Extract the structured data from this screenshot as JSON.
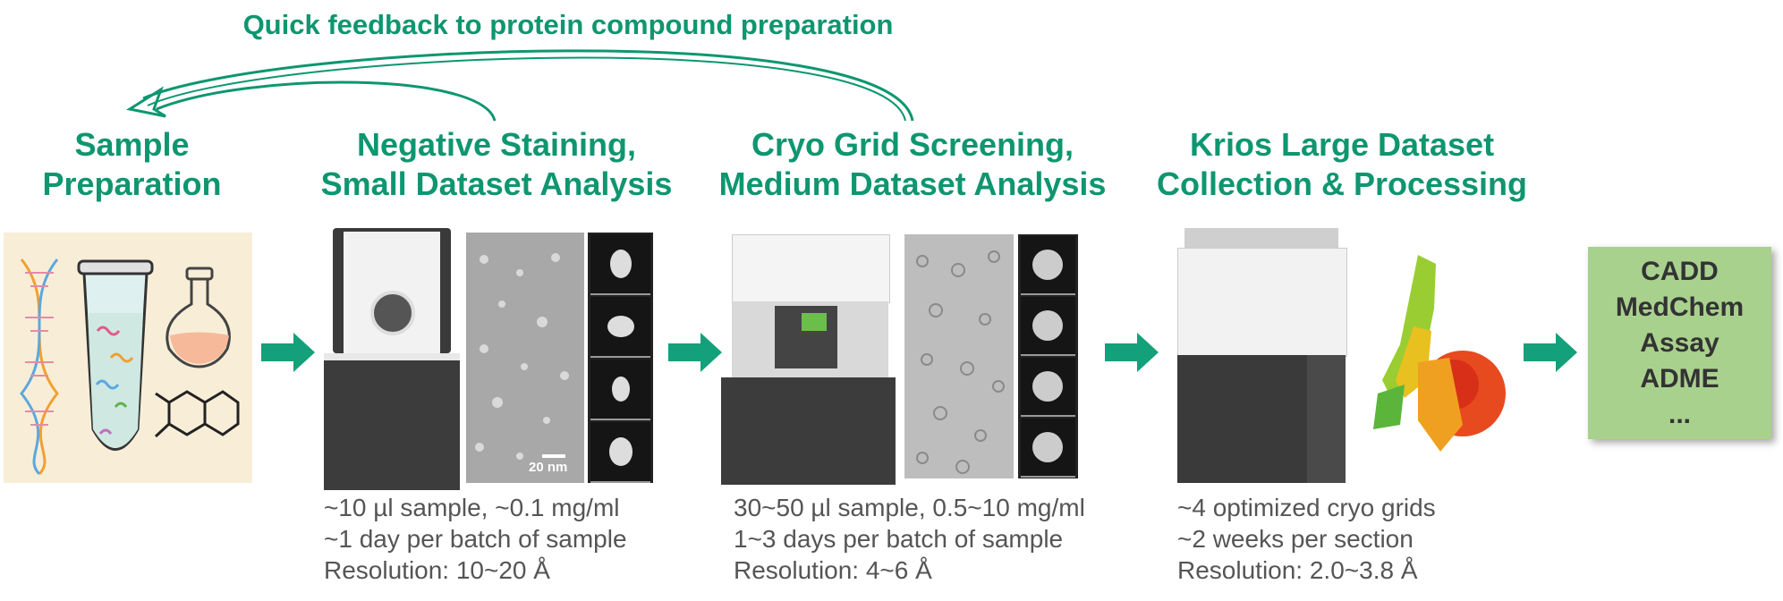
{
  "feedback_label": "Quick feedback to protein compound preparation",
  "stages": [
    {
      "title_line1": "Sample",
      "title_line2": "Preparation"
    },
    {
      "title_line1": "Negative Staining,",
      "title_line2": "Small Dataset Analysis",
      "desc": [
        "~10 µl sample, ~0.1 mg/ml",
        "~1 day per batch of sample",
        "Resolution: 10~20 Å"
      ],
      "scale_bar": "20 nm"
    },
    {
      "title_line1": "Cryo Grid Screening,",
      "title_line2": "Medium Dataset Analysis",
      "desc": [
        "30~50 µl sample, 0.5~10 mg/ml",
        "1~3 days per batch of sample",
        "Resolution: 4~6 Å"
      ]
    },
    {
      "title_line1": "Krios Large Dataset",
      "title_line2": "Collection & Processing",
      "desc": [
        "~4 optimized cryo grids",
        "~2 weeks per section",
        "Resolution: 2.0~3.8 Å"
      ]
    }
  ],
  "downstream": [
    "CADD",
    "MedChem",
    "Assay",
    "ADME",
    "..."
  ],
  "colors": {
    "accent": "#0e9670",
    "arrow": "#13a07a",
    "box": "#a9d18e",
    "panel": "#f8eed7"
  }
}
